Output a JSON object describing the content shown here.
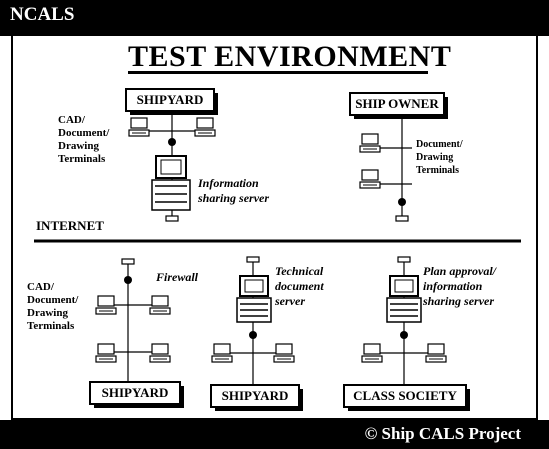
{
  "header": {
    "title": "NCALS"
  },
  "title": "TEST ENVIRONMENT",
  "top": {
    "shipyard_label": "SHIPYARD",
    "ship_owner_label": "SHIP OWNER",
    "cad_terminals": [
      "CAD/",
      "Document/",
      "Drawing",
      "Terminals"
    ],
    "server_caption": [
      "Information",
      "sharing server"
    ],
    "owner_terminals": [
      "Document/",
      "Drawing",
      "Terminals"
    ]
  },
  "internet_label": "INTERNET",
  "bottom": {
    "cad_terminals": [
      "CAD/",
      "Document/",
      "Drawing",
      "Terminals"
    ],
    "firewall": "Firewall",
    "tech_server": [
      "Technical",
      "document",
      "server"
    ],
    "plan_server": [
      "Plan approval/",
      "information",
      "sharing server"
    ],
    "shipyard1": "SHIPYARD",
    "shipyard2": "SHIPYARD",
    "class_society": "CLASS SOCIETY"
  },
  "footer": {
    "text": "© Ship CALS  Project"
  }
}
